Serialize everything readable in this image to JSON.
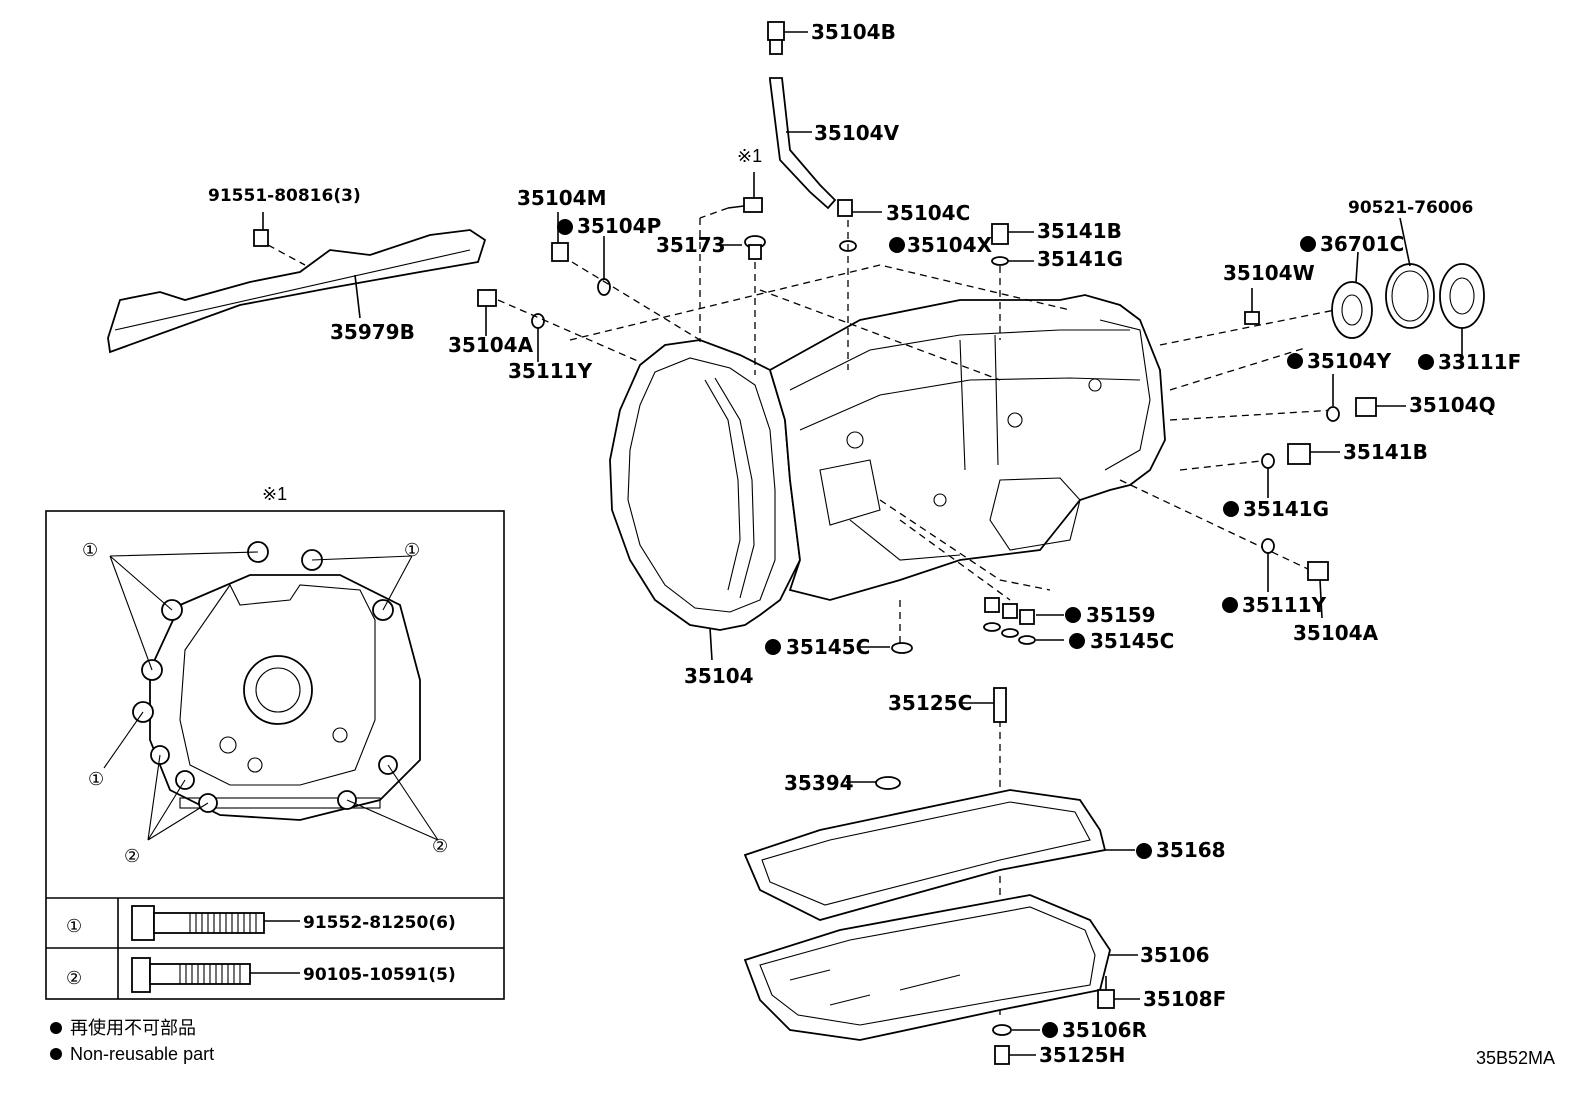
{
  "diagram_code": "35B52MA",
  "note_mark": "※1",
  "inset": {
    "title": "※1",
    "callout_1": "①",
    "callout_2": "②",
    "rows": [
      {
        "symbol": "①",
        "part": "91552-81250(6)"
      },
      {
        "symbol": "②",
        "part": "90105-10591(5)"
      }
    ]
  },
  "legend": {
    "ja": "再使用不可部品",
    "en": "Non-reusable part"
  },
  "parts": {
    "p35104B_top": "35104B",
    "p35104V": "35104V",
    "p35104C": "35104C",
    "p35104X": "35104X",
    "p35141B_top": "35141B",
    "p35141G_top": "35141G",
    "p91551": "91551-80816(3)",
    "p35979B": "35979B",
    "p35104M": "35104M",
    "p35104P": "35104P",
    "p35173": "35173",
    "p35104A_left": "35104A",
    "p35111Y_left": "35111Y",
    "p90521": "90521-76006",
    "p36701C": "36701C",
    "p35104W": "35104W",
    "p35104Y": "35104Y",
    "p33111F": "33111F",
    "p35104Q": "35104Q",
    "p35141B_right": "35141B",
    "p35141G_right": "35141G",
    "p35111Y_right": "35111Y",
    "p35104A_right": "35104A",
    "p35159": "35159",
    "p35145C_right": "35145C",
    "p35145C_left": "35145C",
    "p35104": "35104",
    "p35125C": "35125C",
    "p35394": "35394",
    "p35168": "35168",
    "p35106": "35106",
    "p35108F": "35108F",
    "p35106R": "35106R",
    "p35125H": "35125H"
  }
}
